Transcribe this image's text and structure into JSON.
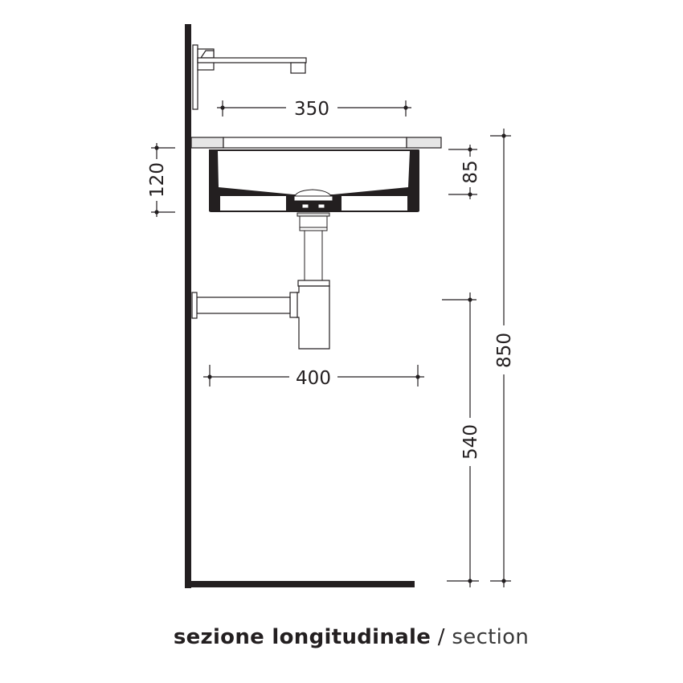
{
  "drawing": {
    "title": "sezione longitudinale",
    "separator": "/",
    "subtitle": "section",
    "view": "longitudinal section",
    "units": "mm"
  },
  "dimensions": {
    "basin_inner_width": "350",
    "basin_outer_width": "400",
    "basin_total_height": "120",
    "basin_depth": "85",
    "trap_outlet_height": "540",
    "top_height": "850"
  },
  "components": [
    {
      "name": "wall",
      "label": "wall"
    },
    {
      "name": "floor",
      "label": "floor"
    },
    {
      "name": "wall-mounted-faucet",
      "label": "wall-mounted faucet"
    },
    {
      "name": "countertop",
      "label": "countertop"
    },
    {
      "name": "undermount-basin",
      "label": "undermount basin"
    },
    {
      "name": "drain-waste",
      "label": "pop-up drain"
    },
    {
      "name": "bottle-trap",
      "label": "bottle trap"
    }
  ],
  "colors": {
    "line": "#231f20",
    "fill_dark": "#231f20",
    "countertop_fill": "#e6e6e6",
    "background": "#ffffff"
  }
}
